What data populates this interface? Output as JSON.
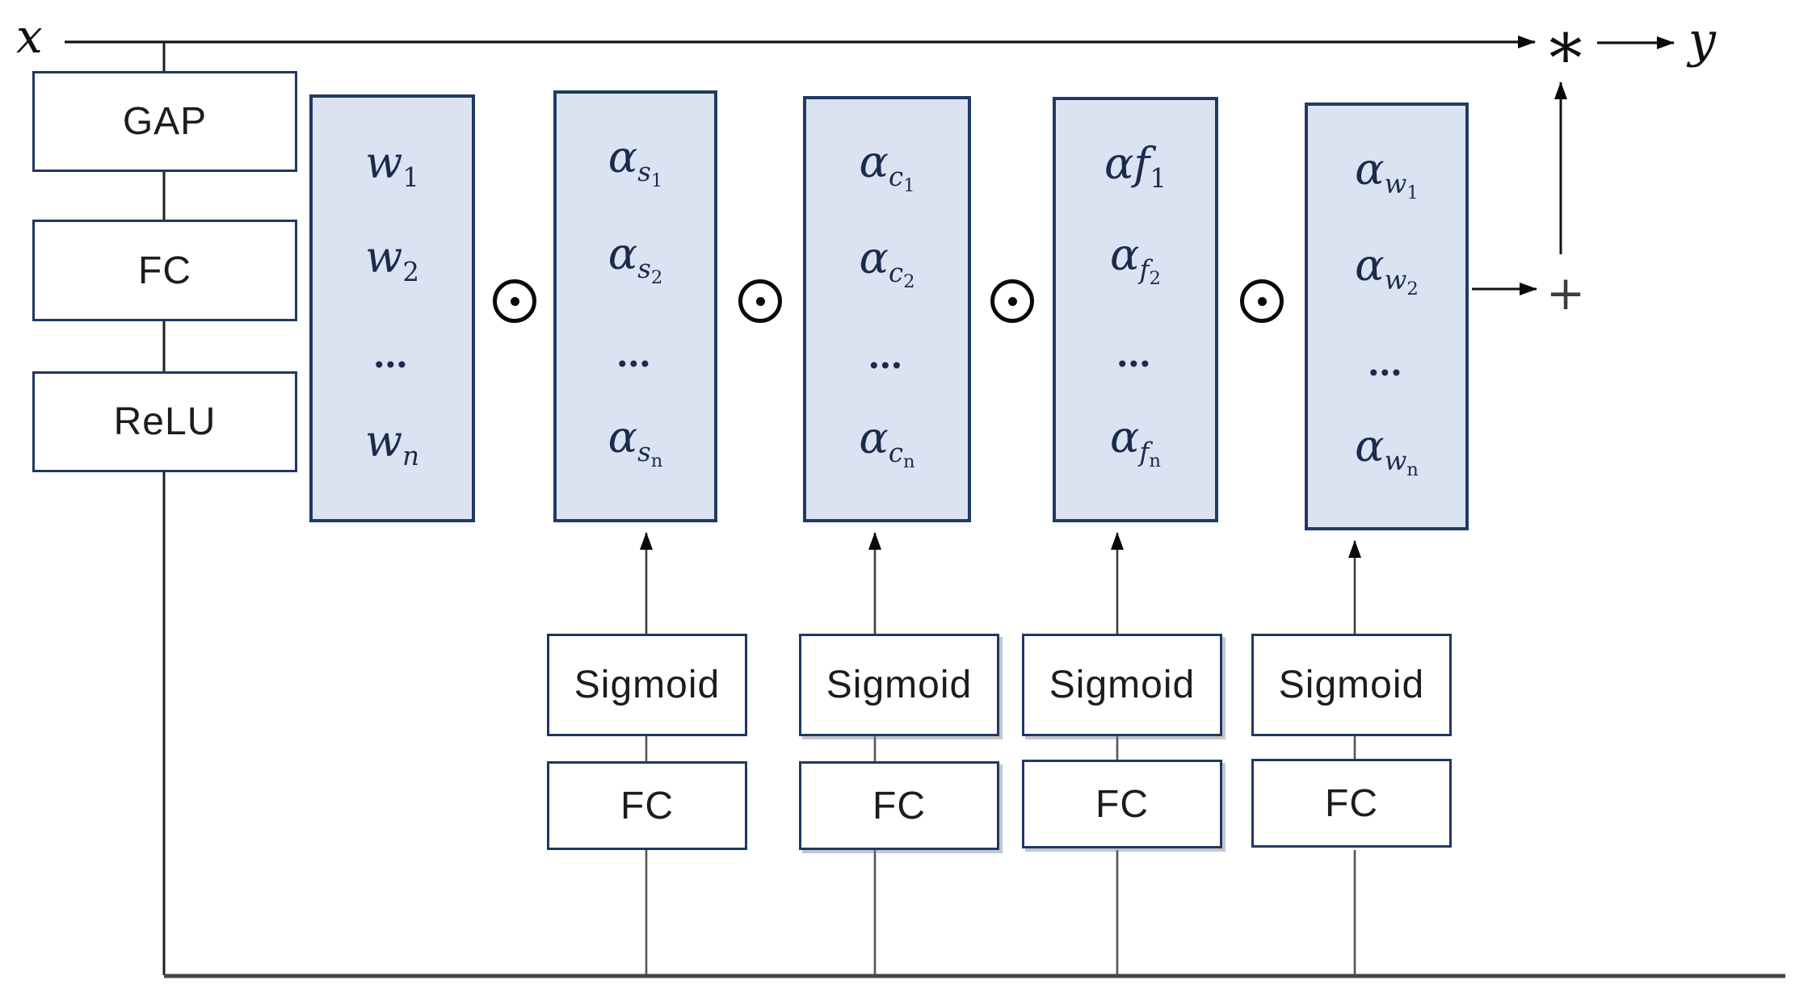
{
  "diagram": {
    "input_label": "x",
    "output_label": "y",
    "multiply_op": "∗",
    "add_op": "+",
    "hadamard_icon": "circled-dot",
    "pipeline": {
      "gap": "GAP",
      "fc": "FC",
      "relu": "ReLU"
    },
    "branches": [
      {
        "sigmoid": "Sigmoid",
        "fc": "FC"
      },
      {
        "sigmoid": "Sigmoid",
        "fc": "FC"
      },
      {
        "sigmoid": "Sigmoid",
        "fc": "FC"
      },
      {
        "sigmoid": "Sigmoid",
        "fc": "FC"
      }
    ],
    "weight_boxes": [
      {
        "name": "w-vector",
        "rows": [
          [
            [
              "w",
              0,
              1
            ],
            [
              "1",
              1,
              0
            ]
          ],
          [
            [
              "w",
              0,
              1
            ],
            [
              "2",
              1,
              0
            ]
          ],
          [
            [
              "…",
              0,
              0
            ]
          ],
          [
            [
              "w",
              0,
              1
            ],
            [
              "n",
              1,
              1
            ]
          ]
        ]
      },
      {
        "name": "alpha-s-vector",
        "rows": [
          [
            [
              "α",
              0,
              1
            ],
            [
              "s",
              1,
              1
            ],
            [
              "1",
              2,
              0
            ]
          ],
          [
            [
              "α",
              0,
              1
            ],
            [
              "s",
              1,
              1
            ],
            [
              "2",
              2,
              0
            ]
          ],
          [
            [
              "…",
              0,
              0
            ]
          ],
          [
            [
              "α",
              0,
              1
            ],
            [
              "s",
              1,
              1
            ],
            [
              "n",
              2,
              0
            ]
          ]
        ]
      },
      {
        "name": "alpha-c-vector",
        "rows": [
          [
            [
              "α",
              0,
              1
            ],
            [
              "c",
              1,
              1
            ],
            [
              "1",
              2,
              0
            ]
          ],
          [
            [
              "α",
              0,
              1
            ],
            [
              "c",
              1,
              1
            ],
            [
              "2",
              2,
              0
            ]
          ],
          [
            [
              "…",
              0,
              0
            ]
          ],
          [
            [
              "α",
              0,
              1
            ],
            [
              "c",
              1,
              1
            ],
            [
              "n",
              2,
              0
            ]
          ]
        ]
      },
      {
        "name": "alpha-f-vector",
        "rows": [
          [
            [
              "α",
              0,
              1
            ],
            [
              "f",
              0,
              1
            ],
            [
              "1",
              1,
              0
            ]
          ],
          [
            [
              "α",
              0,
              1
            ],
            [
              "f",
              1,
              1
            ],
            [
              "2",
              2,
              0
            ]
          ],
          [
            [
              "…",
              0,
              0
            ]
          ],
          [
            [
              "α",
              0,
              1
            ],
            [
              "f",
              1,
              1
            ],
            [
              "n",
              2,
              0
            ]
          ]
        ]
      },
      {
        "name": "alpha-w-vector",
        "rows": [
          [
            [
              "α",
              0,
              1
            ],
            [
              "w",
              1,
              1
            ],
            [
              "1",
              2,
              0
            ]
          ],
          [
            [
              "α",
              0,
              1
            ],
            [
              "w",
              1,
              1
            ],
            [
              "2",
              2,
              0
            ]
          ],
          [
            [
              "…",
              0,
              0
            ]
          ],
          [
            [
              "α",
              0,
              1
            ],
            [
              "w",
              1,
              1
            ],
            [
              "n",
              2,
              0
            ]
          ]
        ]
      }
    ],
    "colors": {
      "blue_fill": "#dbe3f2",
      "blue_border": "#203a63",
      "box_border": "#1f3864",
      "math_ink": "#1b2b4d",
      "wire": "#1a1a1a"
    }
  }
}
